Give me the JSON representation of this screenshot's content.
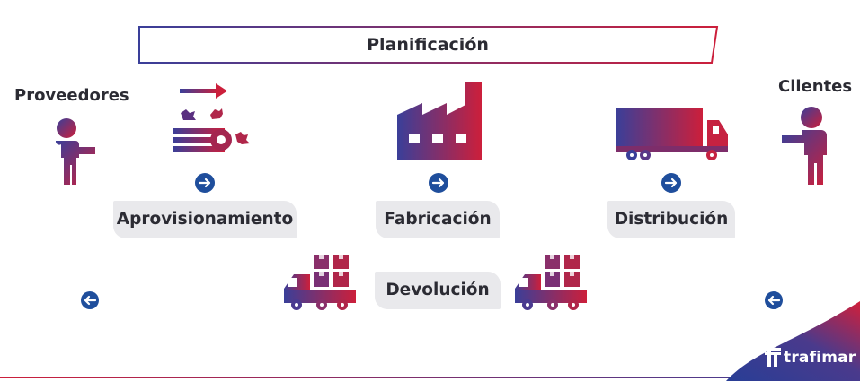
{
  "diagram": {
    "banner": {
      "label": "Planificación"
    },
    "actors": {
      "suppliers": "Proveedores",
      "customers": "Clientes"
    },
    "stages": [
      {
        "label": "Aprovisionamiento"
      },
      {
        "label": "Fabricación"
      },
      {
        "label": "Distribución"
      }
    ],
    "return_flow": {
      "label": "Devolución"
    },
    "colors": {
      "gradient_start": "#3a3f99",
      "gradient_end": "#cc1f3b",
      "dash_blue": "#3a3f99",
      "dash_red": "#cc1f3b",
      "arrow_circle": "#1f4e9c",
      "label_box": "#e9e9ec"
    },
    "icons": {
      "suppliers": "person-icon",
      "procurement": "conveyor-icon",
      "manufacturing": "factory-icon",
      "distribution": "truck-icon",
      "customers": "person-icon",
      "returns": "delivery-truck-icon"
    }
  },
  "brand": {
    "name": "trafimar"
  }
}
